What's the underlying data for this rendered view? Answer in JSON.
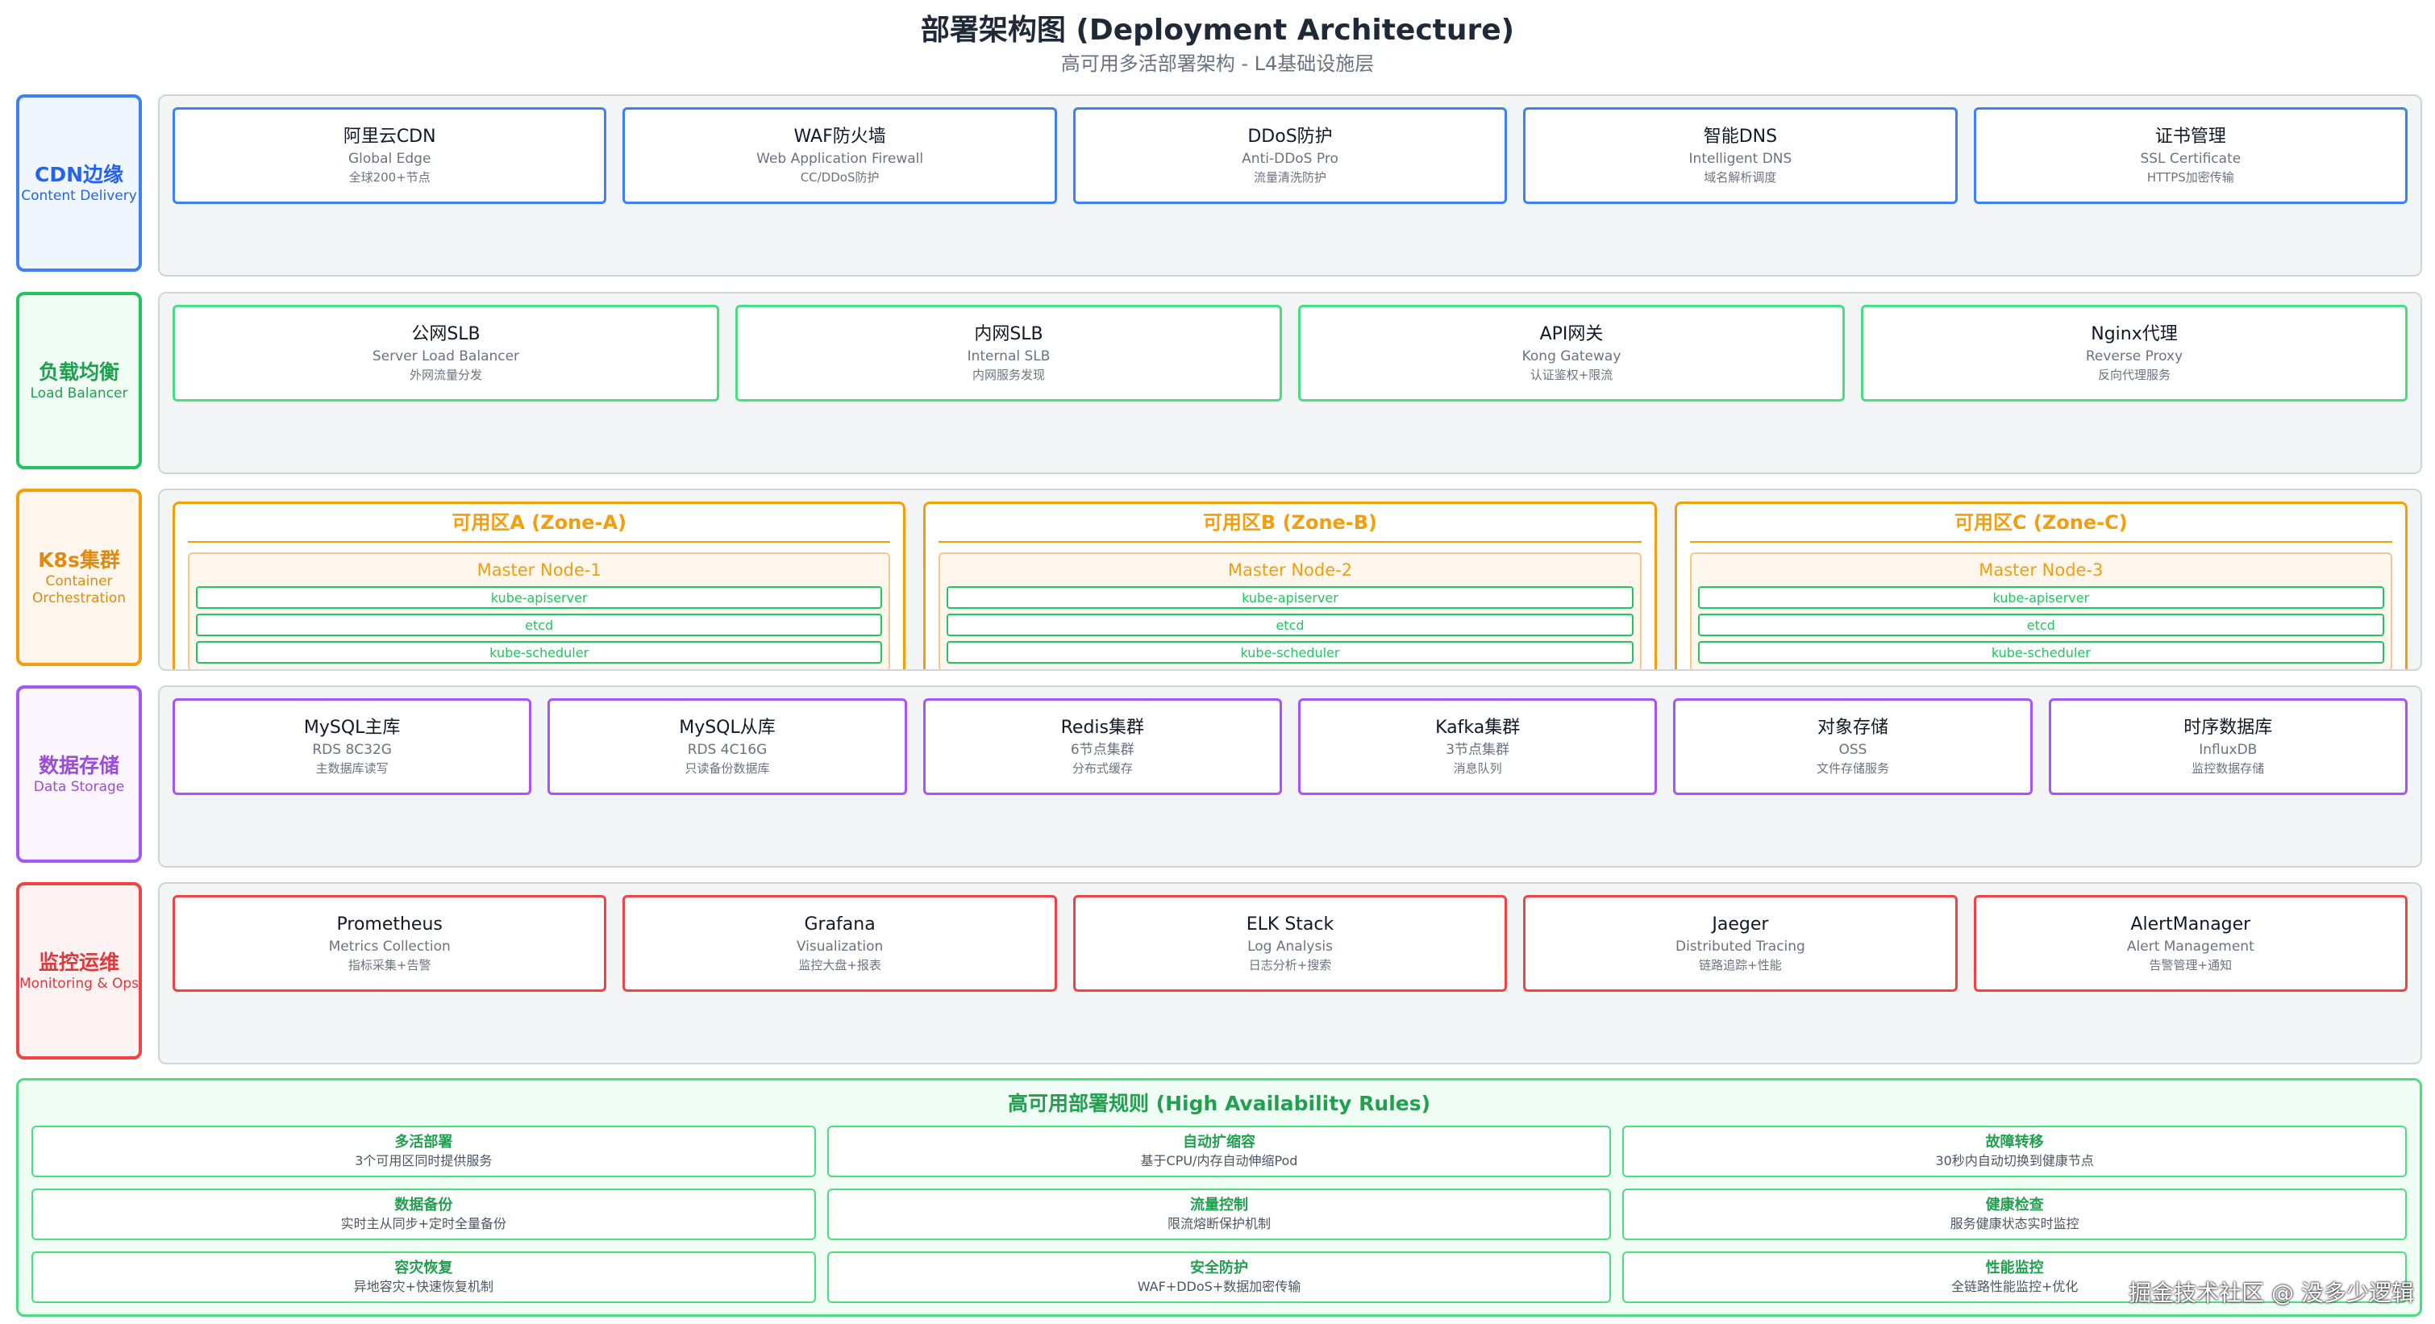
{
  "header": {
    "title": "部署架构图 (Deployment Architecture)",
    "subtitle": "高可用多活部署架构 - L4基础设施层"
  },
  "cdn": {
    "label_zh": "CDN边缘",
    "label_en": "Content Delivery",
    "cards": [
      {
        "title": "阿里云CDN",
        "sub": "Global Edge",
        "desc": "全球200+节点"
      },
      {
        "title": "WAF防火墙",
        "sub": "Web Application Firewall",
        "desc": "CC/DDoS防护"
      },
      {
        "title": "DDoS防护",
        "sub": "Anti-DDoS Pro",
        "desc": "流量清洗防护"
      },
      {
        "title": "智能DNS",
        "sub": "Intelligent DNS",
        "desc": "域名解析调度"
      },
      {
        "title": "证书管理",
        "sub": "SSL Certificate",
        "desc": "HTTPS加密传输"
      }
    ]
  },
  "lb": {
    "label_zh": "负载均衡",
    "label_en": "Load Balancer",
    "cards": [
      {
        "title": "公网SLB",
        "sub": "Server Load Balancer",
        "desc": "外网流量分发"
      },
      {
        "title": "内网SLB",
        "sub": "Internal SLB",
        "desc": "内网服务发现"
      },
      {
        "title": "API网关",
        "sub": "Kong Gateway",
        "desc": "认证鉴权+限流"
      },
      {
        "title": "Nginx代理",
        "sub": "Reverse Proxy",
        "desc": "反向代理服务"
      }
    ]
  },
  "k8s": {
    "label_zh": "K8s集群",
    "label_en": "Container Orchestration",
    "zones": [
      {
        "title": "可用区A (Zone-A)",
        "master": "Master Node-1",
        "services": [
          "kube-apiserver",
          "etcd",
          "kube-scheduler"
        ]
      },
      {
        "title": "可用区B (Zone-B)",
        "master": "Master Node-2",
        "services": [
          "kube-apiserver",
          "etcd",
          "kube-scheduler"
        ]
      },
      {
        "title": "可用区C (Zone-C)",
        "master": "Master Node-3",
        "services": [
          "kube-apiserver",
          "etcd",
          "kube-scheduler"
        ]
      }
    ]
  },
  "data": {
    "label_zh": "数据存储",
    "label_en": "Data Storage",
    "cards": [
      {
        "title": "MySQL主库",
        "sub": "RDS 8C32G",
        "desc": "主数据库读写"
      },
      {
        "title": "MySQL从库",
        "sub": "RDS 4C16G",
        "desc": "只读备份数据库"
      },
      {
        "title": "Redis集群",
        "sub": "6节点集群",
        "desc": "分布式缓存"
      },
      {
        "title": "Kafka集群",
        "sub": "3节点集群",
        "desc": "消息队列"
      },
      {
        "title": "对象存储",
        "sub": "OSS",
        "desc": "文件存储服务"
      },
      {
        "title": "时序数据库",
        "sub": "InfluxDB",
        "desc": "监控数据存储"
      }
    ]
  },
  "mon": {
    "label_zh": "监控运维",
    "label_en": "Monitoring & Ops",
    "cards": [
      {
        "title": "Prometheus",
        "sub": "Metrics Collection",
        "desc": "指标采集+告警"
      },
      {
        "title": "Grafana",
        "sub": "Visualization",
        "desc": "监控大盘+报表"
      },
      {
        "title": "ELK Stack",
        "sub": "Log Analysis",
        "desc": "日志分析+搜索"
      },
      {
        "title": "Jaeger",
        "sub": "Distributed Tracing",
        "desc": "链路追踪+性能"
      },
      {
        "title": "AlertManager",
        "sub": "Alert Management",
        "desc": "告警管理+通知"
      }
    ]
  },
  "ha": {
    "title": "高可用部署规则 (High Availability Rules)",
    "rules": [
      {
        "name": "多活部署",
        "desc": "3个可用区同时提供服务"
      },
      {
        "name": "自动扩缩容",
        "desc": "基于CPU/内存自动伸缩Pod"
      },
      {
        "name": "故障转移",
        "desc": "30秒内自动切换到健康节点"
      },
      {
        "name": "数据备份",
        "desc": "实时主从同步+定时全量备份"
      },
      {
        "name": "流量控制",
        "desc": "限流熔断保护机制"
      },
      {
        "name": "健康检查",
        "desc": "服务健康状态实时监控"
      },
      {
        "name": "容灾恢复",
        "desc": "异地容灾+快速恢复机制"
      },
      {
        "name": "安全防护",
        "desc": "WAF+DDoS+数据加密传输"
      },
      {
        "name": "性能监控",
        "desc": "全链路性能监控+优化"
      }
    ]
  },
  "watermark": "掘金技术社区 @ 没多少逻辑"
}
